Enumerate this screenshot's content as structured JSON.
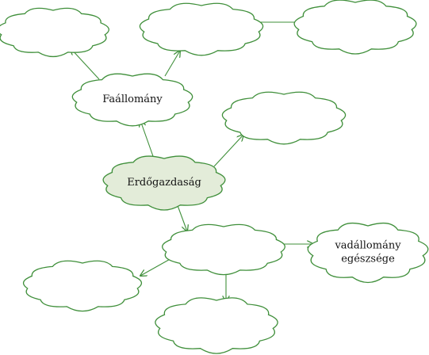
{
  "colors": {
    "outline": "#3f8f3a",
    "central_fill": "#e3ecd9",
    "node_fill": "#ffffff",
    "background": "#ffffff"
  },
  "nodes": [
    {
      "id": "top-left",
      "lines": []
    },
    {
      "id": "top-middle",
      "lines": []
    },
    {
      "id": "top-right",
      "lines": []
    },
    {
      "id": "faallomany",
      "lines": [
        "Faállomány"
      ]
    },
    {
      "id": "right-middle",
      "lines": []
    },
    {
      "id": "erdogazdasag",
      "lines": [
        "Erdőgazdaság"
      ],
      "central": true
    },
    {
      "id": "lower-hub",
      "lines": []
    },
    {
      "id": "vadallomany",
      "lines": [
        "vadállomány",
        "egészsége"
      ]
    },
    {
      "id": "lower-left",
      "lines": []
    },
    {
      "id": "bottom",
      "lines": []
    }
  ],
  "edges": [
    {
      "from": "faallomany",
      "to": "top-left"
    },
    {
      "from": "faallomany",
      "to": "top-middle"
    },
    {
      "from": "top-middle",
      "to": "top-right"
    },
    {
      "from": "erdogazdasag",
      "to": "faallomany"
    },
    {
      "from": "erdogazdasag",
      "to": "right-middle"
    },
    {
      "from": "erdogazdasag",
      "to": "lower-hub"
    },
    {
      "from": "lower-hub",
      "to": "vadallomany"
    },
    {
      "from": "lower-hub",
      "to": "lower-left"
    },
    {
      "from": "lower-hub",
      "to": "bottom"
    }
  ]
}
